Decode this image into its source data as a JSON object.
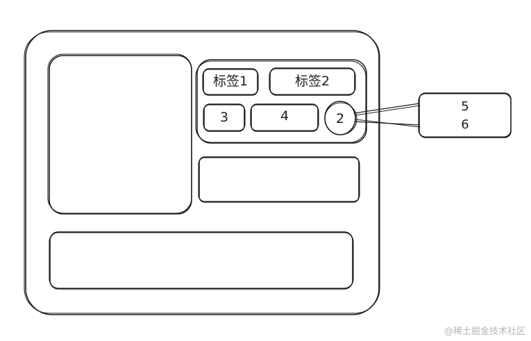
{
  "tags": {
    "tag1": "标签1",
    "tag2": "标签2"
  },
  "row": {
    "item_a": "3",
    "item_b": "4",
    "circle": "2"
  },
  "popup": {
    "line1": "5",
    "line2": "6"
  },
  "watermark": "@稀土掘金技术社区",
  "colors": {
    "stroke": "#1e1e1e",
    "background": "#ffffff",
    "watermark": "#b5b5b5"
  }
}
